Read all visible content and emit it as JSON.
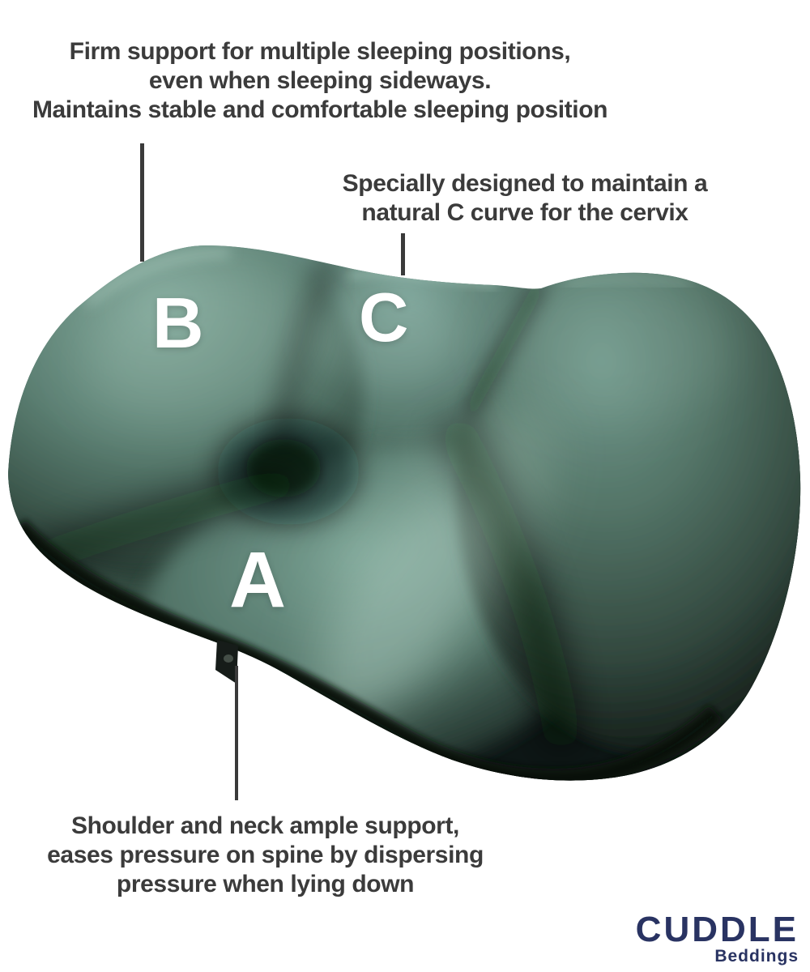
{
  "captions": {
    "top": {
      "line1": "Firm support for multiple sleeping positions,",
      "line2": "even when sleeping sideways.",
      "line3": "Maintains stable and comfortable sleeping position"
    },
    "cervix": {
      "line1": "Specially designed to maintain a",
      "line2": "natural C curve for the cervix"
    },
    "shoulder": {
      "line1": "Shoulder and neck ample support,",
      "line2": "eases pressure on spine by dispersing",
      "line3": "pressure when lying down"
    }
  },
  "zone_labels": {
    "a": "A",
    "b": "B",
    "c": "C"
  },
  "logo": {
    "brand": "CUDDLE",
    "tagline": "Beddings"
  },
  "colors": {
    "caption_text": "#3b3b3b",
    "leader_line": "#3a3a3a",
    "logo_navy": "#293362",
    "pillow_teal_light": "#8fb2a6",
    "pillow_teal": "#6d9488",
    "pillow_green_dark": "#2c443a",
    "pillow_shadow": "#131c18",
    "background": "#ffffff"
  }
}
